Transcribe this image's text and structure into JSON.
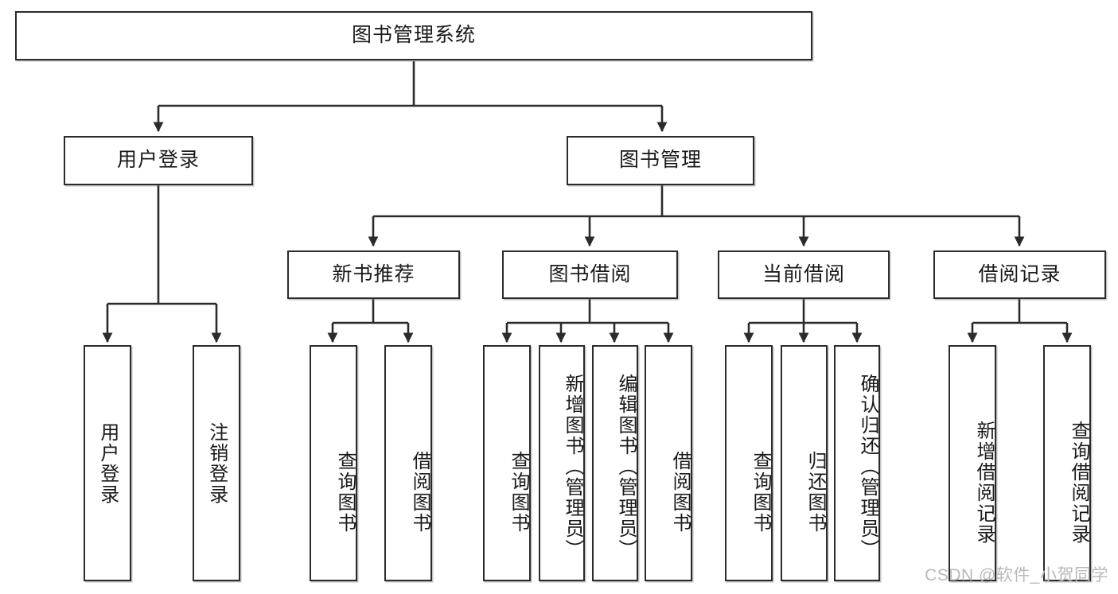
{
  "diagram": {
    "title": "图书管理系统",
    "type": "hierarchy-tree",
    "watermark": "CSDN @软件_小贺同学",
    "colors": {
      "stroke": "#2b2b2b",
      "fill": "#ffffff",
      "text": "#1a1a1a",
      "watermark": "#b9b9b9"
    },
    "nodes": {
      "root": {
        "label": "图书管理系统"
      },
      "level2": [
        {
          "id": "user-login",
          "label": "用户登录"
        },
        {
          "id": "book-manage",
          "label": "图书管理"
        }
      ],
      "level3": [
        {
          "id": "new-book-rec",
          "label": "新书推荐"
        },
        {
          "id": "book-borrow",
          "label": "图书借阅"
        },
        {
          "id": "current-borrow",
          "label": "当前借阅"
        },
        {
          "id": "borrow-record",
          "label": "借阅记录"
        }
      ],
      "leaves": {
        "user-login": [
          {
            "id": "leaf-user-login",
            "label": "用户登录"
          },
          {
            "id": "leaf-logout",
            "label": "注销登录"
          }
        ],
        "new-book-rec": [
          {
            "id": "leaf-query-book-1",
            "label": "查询图书"
          },
          {
            "id": "leaf-borrow-book-1",
            "label": "借阅图书"
          }
        ],
        "book-borrow": [
          {
            "id": "leaf-query-book-2",
            "label": "查询图书"
          },
          {
            "id": "leaf-add-book",
            "label": "新增图书（管理员）"
          },
          {
            "id": "leaf-edit-book",
            "label": "编辑图书（管理员）"
          },
          {
            "id": "leaf-borrow-book-2",
            "label": "借阅图书"
          }
        ],
        "current-borrow": [
          {
            "id": "leaf-query-book-3",
            "label": "查询图书"
          },
          {
            "id": "leaf-return-book",
            "label": "归还图书"
          },
          {
            "id": "leaf-confirm-return",
            "label": "确认归还（管理员）"
          }
        ],
        "borrow-record": [
          {
            "id": "leaf-add-record",
            "label": "新增借阅记录"
          },
          {
            "id": "leaf-query-record",
            "label": "查询借阅记录"
          }
        ]
      }
    }
  }
}
